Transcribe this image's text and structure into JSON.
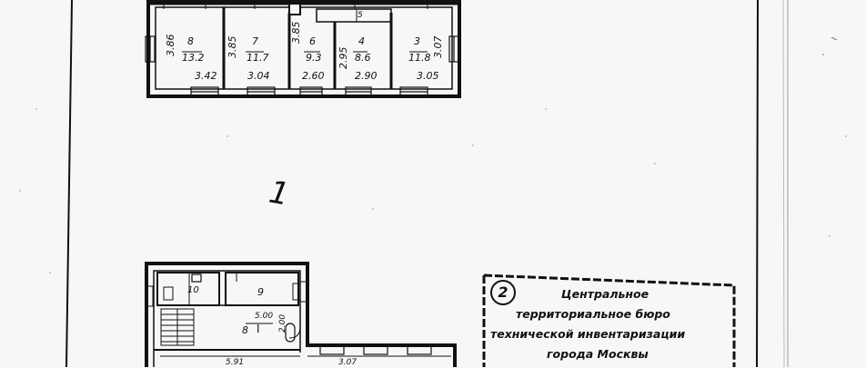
{
  "upper_plan": {
    "rooms": [
      {
        "number": "8",
        "area": "13.2",
        "height": "3.86",
        "width": "3.42"
      },
      {
        "number": "7",
        "area": "11.7",
        "height": "3.85",
        "width": "3.04"
      },
      {
        "number": "6",
        "area": "9.3",
        "height": "3.85",
        "width": "2.60"
      },
      {
        "number": "4",
        "area": "8.6",
        "height": "2.95",
        "width": "2.90"
      },
      {
        "number": "3",
        "area": "11.8",
        "height": "3.07",
        "width": "3.05"
      }
    ],
    "corridor_label": "5"
  },
  "sheet_mark": "1",
  "lower_plan": {
    "room_10": "10",
    "room_9": "9",
    "room_8_label": "8",
    "roman_numeral": "I",
    "dim_500": "5.00",
    "dim_200": "2.00",
    "dim_591": "5.91",
    "dim_307": "3.07"
  },
  "stamp": {
    "number": "2",
    "line1": "Центральное",
    "line2": "территориальное бюро",
    "line3": "технической инвентаризации",
    "line4": "города Москвы"
  },
  "colors": {
    "ink": "#111111",
    "paper": "#f7f7f5"
  }
}
